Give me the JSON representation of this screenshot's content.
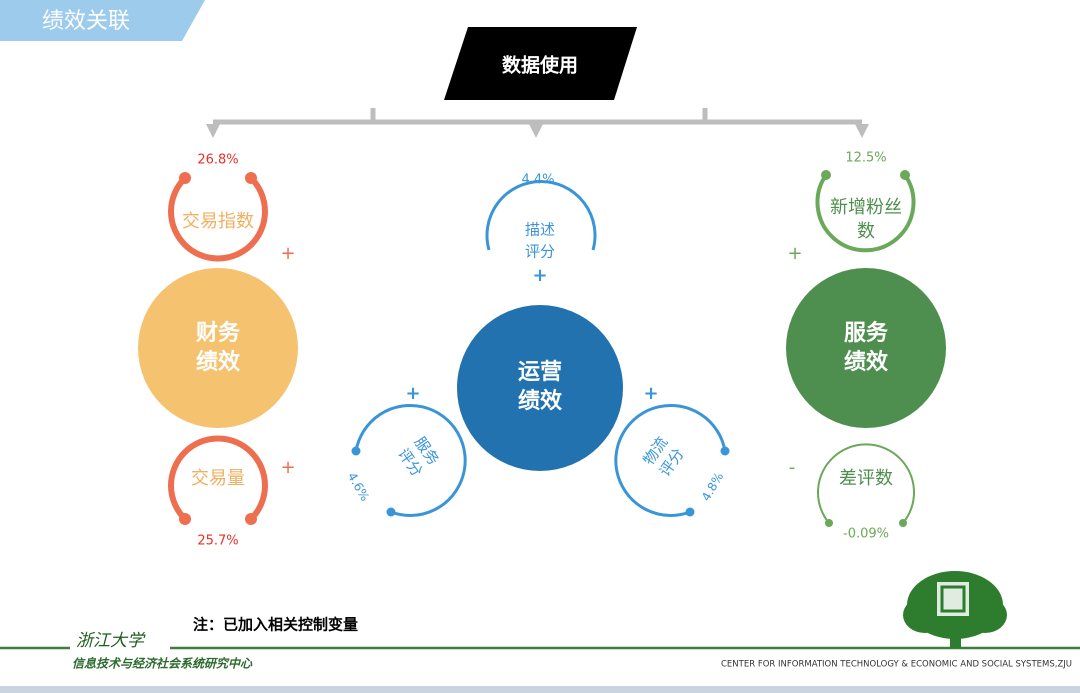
{
  "header": {
    "title": "绩效关联",
    "center_label": "数据使用"
  },
  "colors": {
    "finance": "#F5C270",
    "finance_arc": "#EE6F4F",
    "ops": "#2272B0",
    "ops_arc": "#3A95D8",
    "service": "#4E8E4E",
    "service_arc": "#6AA85A",
    "pct_red": "#E8302A"
  },
  "finance": {
    "line1": "财务",
    "line2": "绩效",
    "top": {
      "label": "交易指数",
      "pct": "26.8%",
      "sign": "+"
    },
    "bottom": {
      "label": "交易量",
      "pct": "25.7%",
      "sign": "+"
    }
  },
  "operations": {
    "line1": "运营",
    "line2": "绩效",
    "top": {
      "line1": "描述",
      "line2": "评分",
      "pct": "4.4%",
      "sign": "+"
    },
    "left": {
      "line1": "服务",
      "line2": "评分",
      "pct": "4.6%",
      "sign": "+"
    },
    "right": {
      "line1": "物流",
      "line2": "评分",
      "pct": "4.8%",
      "sign": "+"
    }
  },
  "service": {
    "line1": "服务",
    "line2": "绩效",
    "top": {
      "line1": "新增粉丝",
      "line2": "数",
      "pct": "12.5%",
      "sign": "+"
    },
    "bottom": {
      "label": "差评数",
      "pct": "-0.09%",
      "sign": "-"
    }
  },
  "footer": {
    "note": "注：已加入相关控制变量",
    "logo_text": "浙江大学",
    "center_cn": "信息技术与经济社会系统研究中心",
    "center_en": "CENTER FOR INFORMATION TECHNOLOGY & ECONOMIC AND SOCIAL SYSTEMS,ZJU"
  }
}
